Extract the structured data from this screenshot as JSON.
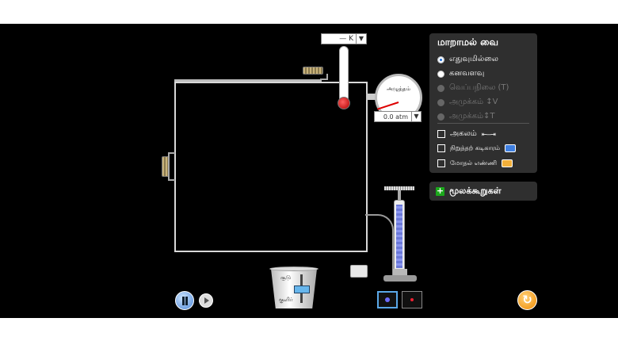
{
  "thermometer": {
    "readout": "— K",
    "dropdown_icon": "▼"
  },
  "gauge": {
    "label": "அழுத்தம்",
    "readout": "0.0 atm",
    "dropdown_icon": "▼"
  },
  "panel": {
    "title": "மாறாமல் வை",
    "radios": [
      {
        "label": "எதுவுமில்லை",
        "selected": true,
        "enabled": true
      },
      {
        "label": "கனவளவு",
        "selected": false,
        "enabled": true
      },
      {
        "label": "வெப்பநிலை (T)",
        "selected": false,
        "enabled": false
      },
      {
        "label": "அமுக்கம் ↕V",
        "selected": false,
        "enabled": false
      },
      {
        "label": "அமுக்கம்↕T",
        "selected": false,
        "enabled": false
      }
    ],
    "checkboxes": [
      {
        "label": "அகலம்",
        "icon": "ruler-icon",
        "checked": false
      },
      {
        "label": "நிறுத்தற் கடிகாரம்",
        "icon": "stopwatch-icon",
        "checked": false
      },
      {
        "label": "மோதல் எண்ணி",
        "icon": "collision-counter-icon",
        "checked": false
      }
    ]
  },
  "species": {
    "label": "மூலக்கூறுகள்",
    "icon": "plus-icon"
  },
  "heater": {
    "hot_label": "சூடு",
    "cold_label": "குளிர்"
  },
  "colors": {
    "panel": "#2f2f2f",
    "accent": "#1e6fd9",
    "reset": "#f08a00",
    "plus": "#1ba81b"
  }
}
